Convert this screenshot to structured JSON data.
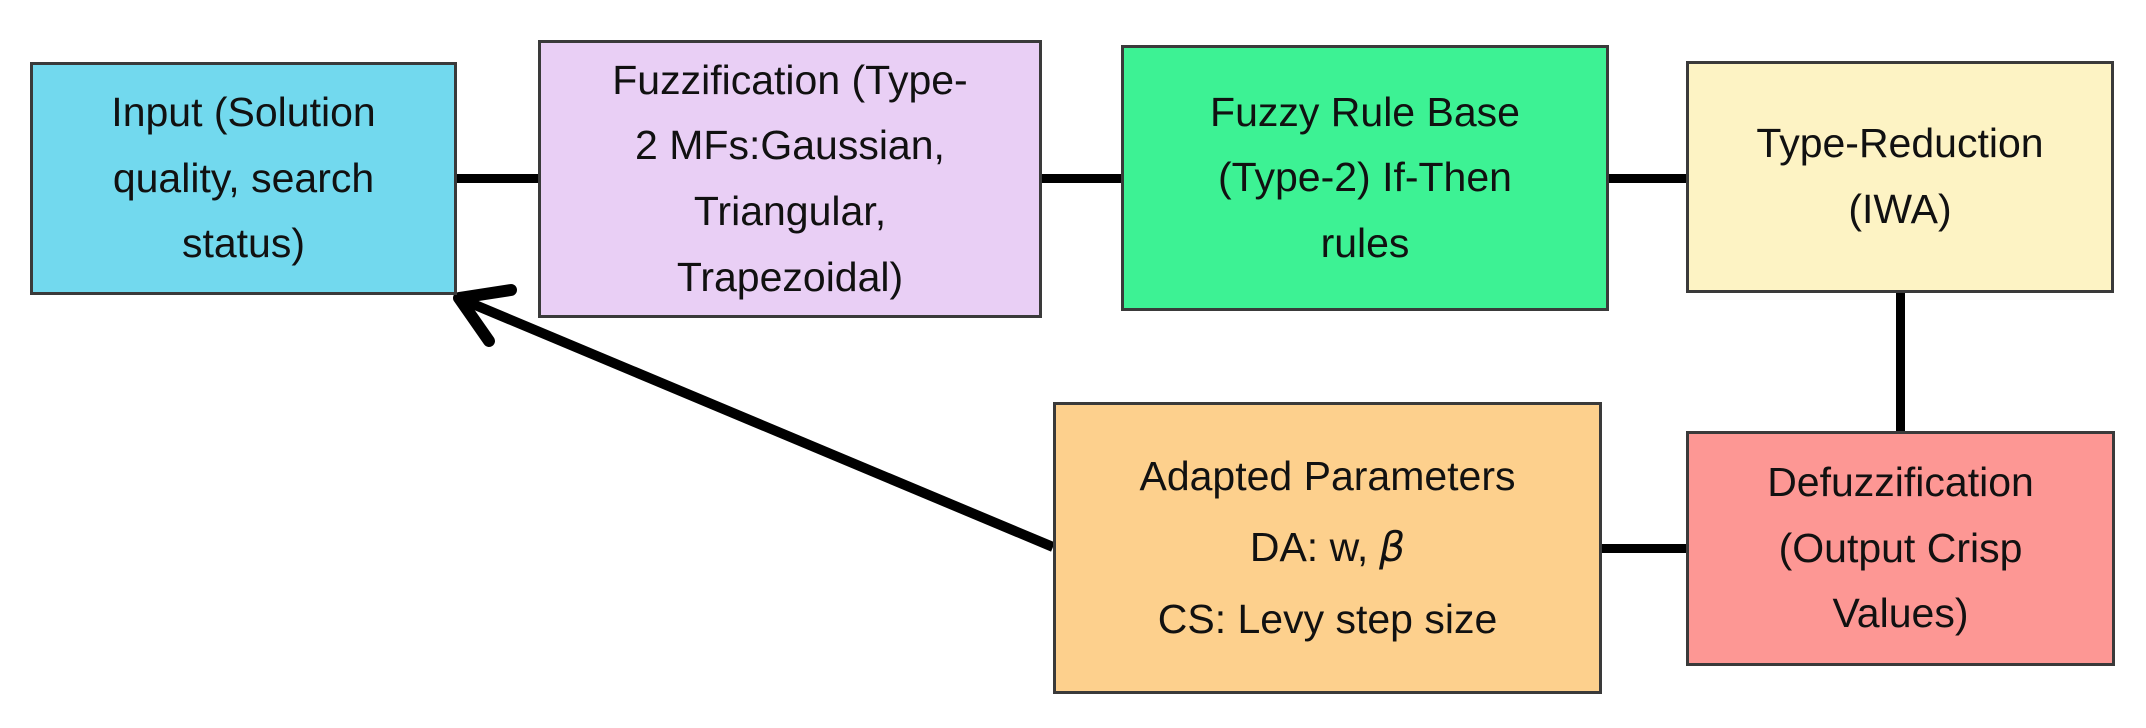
{
  "diagram": {
    "background_color": "#ffffff",
    "border_color": "#3a3a3a",
    "connector_color": "#000000",
    "text_color": "#111111",
    "boxes": {
      "input": {
        "color": "#72d9ee",
        "lines": [
          "Input (Solution",
          "quality, search",
          "status)"
        ]
      },
      "fuzzification": {
        "color": "#e9cff5",
        "lines": [
          "Fuzzification (Type-",
          "2 MFs:Gaussian,",
          "Triangular,",
          "Trapezoidal)"
        ]
      },
      "rule_base": {
        "color": "#3df294",
        "lines": [
          "Fuzzy Rule Base",
          "(Type-2) If-Then",
          "rules"
        ]
      },
      "type_reduction": {
        "color": "#fdf3c4",
        "lines": [
          "Type-Reduction",
          "(IWA)"
        ]
      },
      "adapted_parameters": {
        "color": "#fdd08d",
        "line_top": "Adapted Parameters",
        "da_prefix": "DA: w,",
        "da_beta": "β",
        "line_bottom": "CS: Levy step size"
      },
      "defuzzification": {
        "color": "#fd9794",
        "lines": [
          "Defuzzification",
          "(Output Crisp",
          "Values)"
        ]
      }
    }
  }
}
